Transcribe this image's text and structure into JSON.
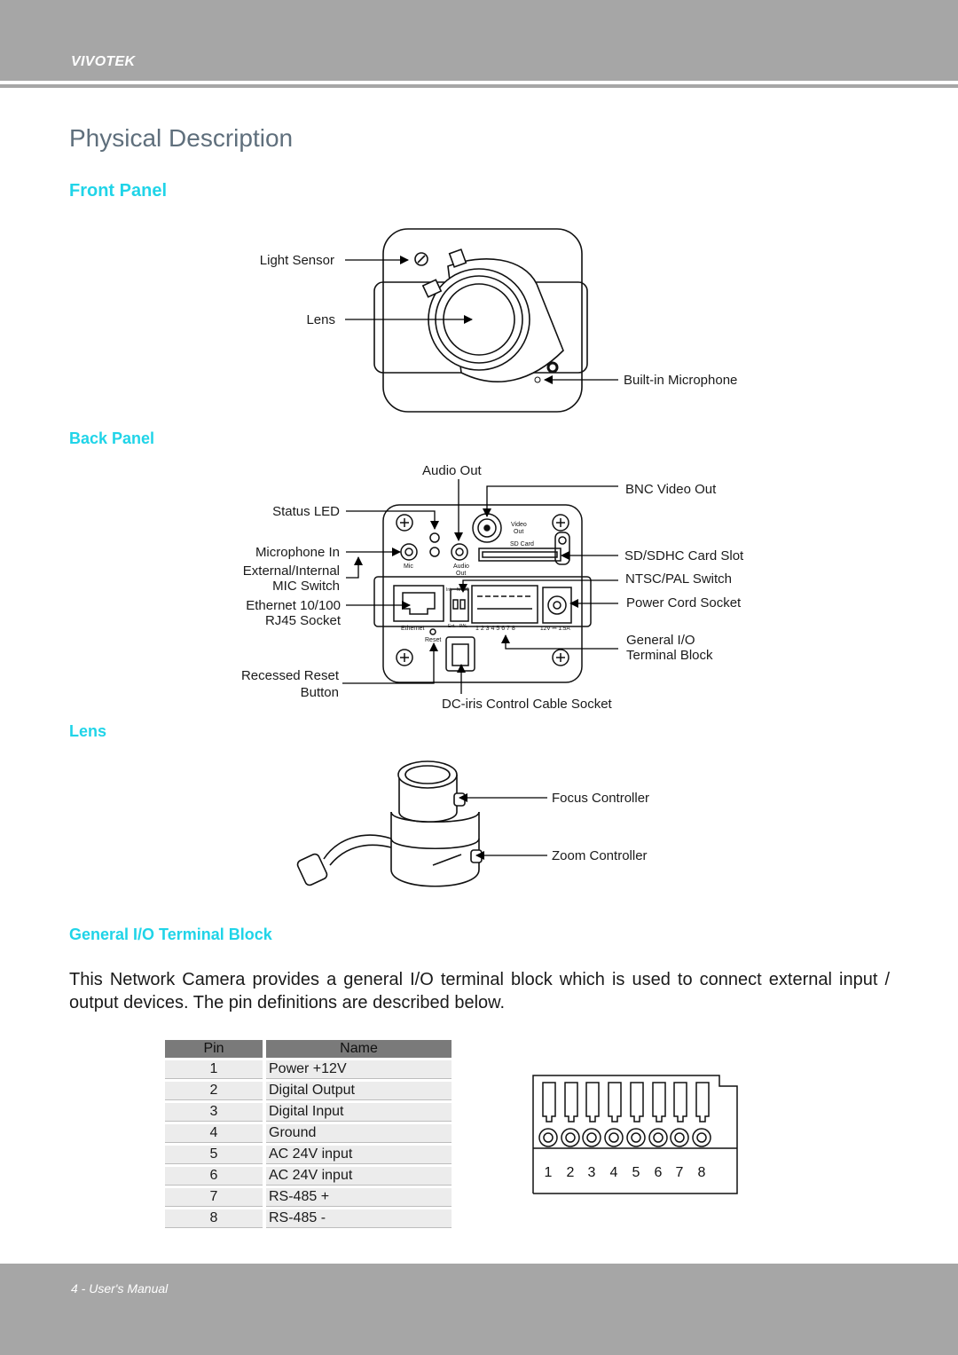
{
  "header": {
    "brand": "VIVOTEK"
  },
  "page_title": "Physical Description",
  "front_panel": {
    "heading": "Front Panel",
    "labels": {
      "light_sensor": "Light Sensor",
      "lens": "Lens",
      "microphone": "Built-in Microphone"
    }
  },
  "back_panel": {
    "heading": "Back Panel",
    "labels": {
      "audio_out": "Audio Out",
      "bnc": "BNC Video Out",
      "status_led": "Status LED",
      "mic_in": "Microphone In",
      "mic_switch": "External/Internal\nMIC Switch",
      "ethernet": "Ethernet 10/100\nRJ45 Socket",
      "reset": "Recessed Reset\nButton",
      "sd": "SD/SDHC Card Slot",
      "ntsc": "NTSC/PAL Switch",
      "power": "Power Cord Socket",
      "gio": "General I/O\nTerminal Block",
      "dciris": "DC-iris Control Cable Socket"
    },
    "device_print": {
      "video": "Video",
      "out": "Out",
      "sd_card": "SD Card",
      "mic": "Mic",
      "audio": "Audio",
      "audio_out": "Out",
      "ethernet": "Ethernet",
      "reset": "Reset",
      "ext": "Ext.",
      "pal": "PAL",
      "int": "Int.",
      "ntsc": "NTSC",
      "pins": "1 2 3 4 5 6 7 8",
      "power": "12V ⎓ 1.5A"
    }
  },
  "lens": {
    "heading": "Lens",
    "labels": {
      "focus": "Focus Controller",
      "zoom": "Zoom Controller"
    }
  },
  "gio": {
    "heading": "General I/O Terminal Block",
    "paragraph": "This Network Camera provides a general I/O terminal block which is used to connect external input / output devices. The pin definitions are described below.",
    "table": {
      "headers": [
        "Pin",
        "Name"
      ],
      "rows": [
        [
          "1",
          "Power +12V"
        ],
        [
          "2",
          "Digital Output"
        ],
        [
          "3",
          "Digital Input"
        ],
        [
          "4",
          "Ground"
        ],
        [
          "5",
          "AC 24V input"
        ],
        [
          "6",
          "AC 24V input"
        ],
        [
          "7",
          "RS-485 +"
        ],
        [
          "8",
          "RS-485 -"
        ]
      ]
    },
    "pin_numbers": [
      "1",
      "2",
      "3",
      "4",
      "5",
      "6",
      "7",
      "8"
    ]
  },
  "footer": {
    "text": "4 - User's Manual"
  }
}
